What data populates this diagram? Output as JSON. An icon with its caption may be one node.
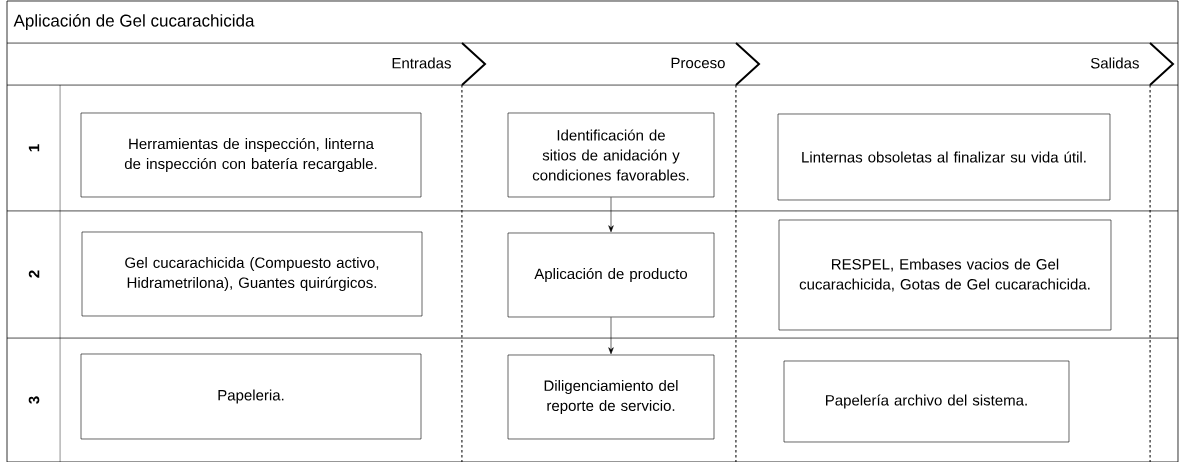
{
  "diagram": {
    "title": "Aplicación de Gel cucarachicida",
    "nodes": [
      {
        "text": [
          "Herramientas de inspección, linterna de inspección con batería recargable."
        ]
      },
      {
        "text": [
          "Identificación de sitios de anidación y condiciones favorables."
        ]
      },
      {
        "text": [
          "Linternas obsoletas al finalizar su vida útil."
        ]
      },
      {
        "text": [
          "Gel cucarachicida (Compuesto activo, Hidrametrilona), Guantes quirúrgicos."
        ]
      },
      {
        "text": [
          "Aplicación de producto"
        ]
      },
      {
        "text": [
          "RESPEL, Embases vacios de Gel cucarachicida, Gotas de Gel cucarachicida."
        ]
      },
      {
        "text": [
          "Papeleria."
        ]
      },
      {
        "text": [
          "Diligenciamiento del reporte de servicio."
        ]
      },
      {
        "text": [
          "Papelería archivo del sistema."
        ]
      }
    ],
    "edges": [
      {
        "from": 1,
        "to": 4,
        "arrow": "to"
      },
      {
        "from": 4,
        "to": 7,
        "arrow": "to"
      }
    ],
    "labels": [
      "Entradas",
      "Proceso",
      "Salidas",
      "1",
      "2",
      "3"
    ]
  }
}
